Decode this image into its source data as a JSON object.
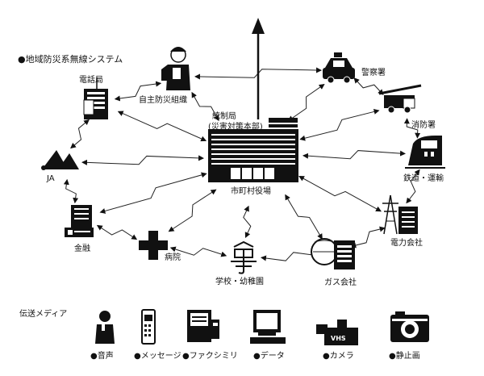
{
  "title": "●地域防災系無線システム",
  "hub": {
    "top_label": "統制局",
    "top_label_sub": "(災害対策本部)",
    "bottom_label": "市町村役場"
  },
  "nodes": [
    {
      "id": "telephone",
      "label": "電話局"
    },
    {
      "id": "self_defense",
      "label": "自主防災組織"
    },
    {
      "id": "police",
      "label": "警察署"
    },
    {
      "id": "fire",
      "label": "消防署"
    },
    {
      "id": "railway",
      "label": "鉄道・運輸"
    },
    {
      "id": "power",
      "label": "電力会社"
    },
    {
      "id": "gas",
      "label": "ガス会社"
    },
    {
      "id": "school",
      "label": "学校・幼稚園"
    },
    {
      "id": "hospital",
      "label": "病院"
    },
    {
      "id": "finance",
      "label": "金融"
    },
    {
      "id": "ja",
      "label": "JA"
    }
  ],
  "media": {
    "title": "伝送メディア",
    "items": [
      {
        "id": "voice",
        "label": "●音声"
      },
      {
        "id": "message",
        "label": "●メッセージ"
      },
      {
        "id": "fax",
        "label": "●ファクシミリ"
      },
      {
        "id": "data",
        "label": "●データ"
      },
      {
        "id": "camera",
        "label": "●カメラ"
      },
      {
        "id": "still",
        "label": "●静止画"
      }
    ]
  },
  "icon_text": {
    "vhs": "VHS",
    "ja_logo": "JA"
  },
  "colors": {
    "ink": "#111111",
    "background": "#ffffff"
  }
}
